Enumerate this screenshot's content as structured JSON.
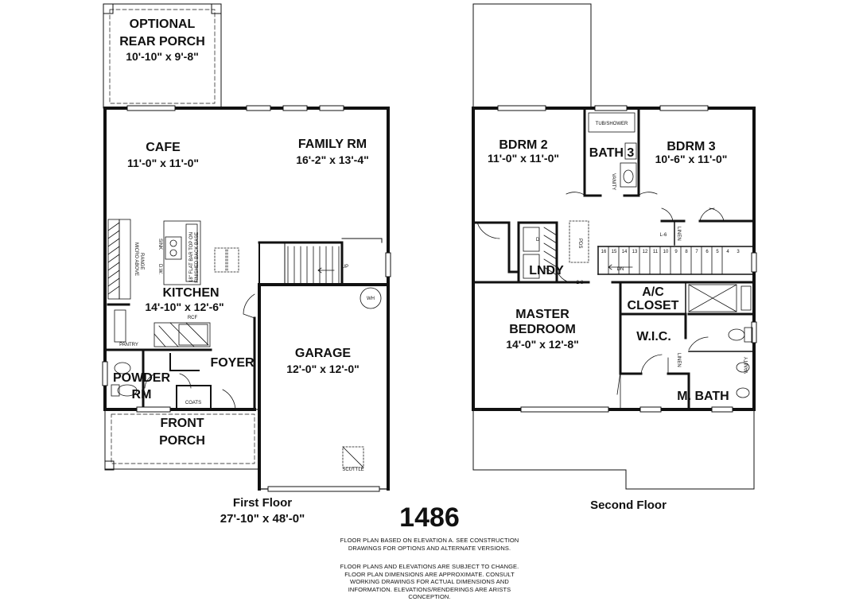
{
  "first_floor": {
    "optional_rear_porch": {
      "line1": "OPTIONAL",
      "line2": "REAR PORCH",
      "dim": "10'-10\" x 9'-8\""
    },
    "cafe": {
      "name": "CAFE",
      "dim": "11'-0\" x 11'-0\""
    },
    "family_rm": {
      "name": "FAMILY RM",
      "dim": "16'-2\" x 13'-4\""
    },
    "kitchen": {
      "name": "KITCHEN",
      "dim": "14'-10\" x 12'-6\""
    },
    "garage": {
      "name": "GARAGE",
      "dim": "12'-0\" x 12'-0\""
    },
    "foyer": {
      "name": "FOYER"
    },
    "powder_rm": {
      "line1": "POWDER",
      "line2": "RM"
    },
    "front_porch": {
      "line1": "FRONT",
      "line2": "PORCH"
    },
    "small_labels": {
      "micro": "MICRO ABOVE",
      "range": "RANGE",
      "dw": "D.W.",
      "sink": "SINK",
      "bar1": "18\" FLAT BAR TOP ON",
      "bar2": "FINISHED BACK BASE",
      "rcf": "RCF",
      "pantry": "PANTRY",
      "coats": "COATS",
      "up": "UP",
      "wh": "WH",
      "scuttle": "SCUTTLE"
    },
    "caption_title": "First Floor",
    "caption_dim": "27'-10\" x 48'-0\""
  },
  "second_floor": {
    "bdrm2": {
      "name": "BDRM 2",
      "dim": "11'-0\" x 11'-0\""
    },
    "bdrm3": {
      "name": "BDRM 3",
      "dim": "10'-6\" x 11'-0\""
    },
    "bath3": {
      "name": "BATH 3"
    },
    "lndy": {
      "name": "LNDY"
    },
    "master": {
      "line1": "MASTER",
      "line2": "BEDROOM",
      "dim": "14'-0\" x 12'-8\""
    },
    "ac_closet": {
      "line1": "A/C",
      "line2": "CLOSET"
    },
    "wic": {
      "name": "W.I.C."
    },
    "m_bath": {
      "name": "M. BATH"
    },
    "small_labels": {
      "tub": "TUB/SHOWER",
      "vanity": "VANITY",
      "pds": "PDS",
      "linen": "LINEN",
      "d": "D",
      "dn": "DN",
      "l6": "L-6",
      "a28": "2-8"
    },
    "stair_numbers": [
      "16",
      "15",
      "14",
      "13",
      "12",
      "11",
      "10",
      "9",
      "8",
      "7",
      "6",
      "5",
      "4",
      "3"
    ],
    "caption_title": "Second Floor"
  },
  "plan_number": "1486",
  "note1": [
    "FLOOR PLAN BASED ON ELEVATION A. SEE CONSTRUCTION",
    "DRAWINGS FOR OPTIONS AND ALTERNATE VERSIONS."
  ],
  "note2": [
    "FLOOR PLANS AND ELEVATIONS ARE SUBJECT TO CHANGE.",
    "FLOOR PLAN DIMENSIONS ARE APPROXIMATE. CONSULT",
    "WORKING DRAWINGS FOR ACTUAL DIMENSIONS AND",
    "INFORMATION. ELEVATIONS/RENDERINGS ARE ARISTS",
    "CONCEPTION."
  ]
}
